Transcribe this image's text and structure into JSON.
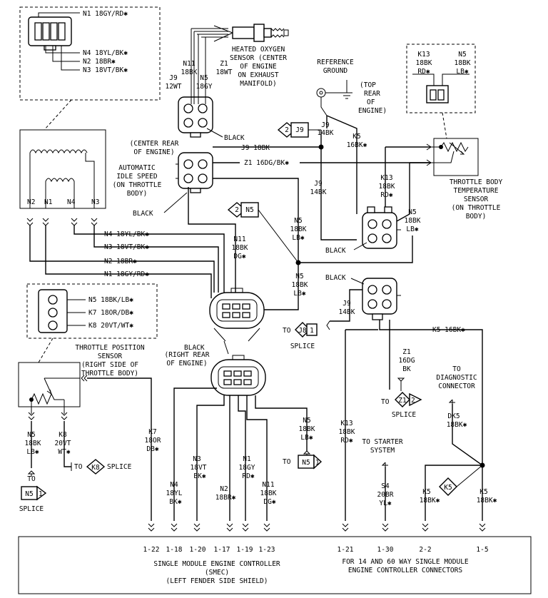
{
  "sensor_conn": {
    "n1": "N1 18GY/RD✱",
    "n4": "N4 18YL/BK✱",
    "n2": "N2 18BR✱",
    "n3": "N3 18VT/BK✱"
  },
  "o2": {
    "title": [
      "HEATED OXYGEN",
      "SENSOR (CENTER",
      "OF ENGINE",
      "ON EXHAUST",
      "MANIFOLD)"
    ],
    "n11": [
      "N11",
      "18BK"
    ],
    "n5": [
      "N5",
      "18GY"
    ],
    "z1": [
      "Z1",
      "18WT"
    ],
    "j9": [
      "J9",
      "12WT"
    ],
    "black": "BLACK"
  },
  "ground": {
    "title": [
      "REFERENCE",
      "GROUND"
    ],
    "loc": [
      "(TOP",
      "REAR",
      "OF",
      "ENGINE)"
    ]
  },
  "tbt_conn": {
    "k13": [
      "K13",
      "18BK",
      "RD✱"
    ],
    "n5": [
      "N5",
      "18BK",
      "LB✱"
    ]
  },
  "center": {
    "loc": [
      "(CENTER REAR",
      "OF ENGINE)"
    ],
    "j9": "J9 18BK",
    "z1": "Z1 16DG/BK✱"
  },
  "splices": {
    "j9_top": "2",
    "j9_top_name": "J9",
    "n5_mid": "2",
    "n5_mid_name": "N5",
    "j8": "J8",
    "j8_num": "1",
    "z1": "Z1",
    "z1_num": "2",
    "k8": "K8",
    "n5_right": "N5",
    "n5_right_num": "1",
    "n5_left": "N5",
    "n5_left_num": "1",
    "k5": "K5",
    "to": "TO",
    "splice": "SPLICE"
  },
  "wires": {
    "j9_14bk": [
      "J9",
      "14BK"
    ],
    "k5_16bk": [
      "K5",
      "16BK✱"
    ],
    "j9_14bk_b": [
      "J9",
      "14BK"
    ],
    "k13_18bk": [
      "K13",
      "18BK",
      "RD✱"
    ],
    "n5_18bk_lb": [
      "N5",
      "18BK",
      "LB✱"
    ],
    "n5_18bk_lb_r": [
      "N5",
      "18BK",
      "LB✱"
    ],
    "n11_dg": [
      "N11",
      "18BK",
      "DG✱"
    ],
    "n5_lb_2": [
      "N5",
      "18BK",
      "LB✱"
    ],
    "j9_14bk_c": [
      "J9",
      "14BK"
    ],
    "k5_16bk_long": "K5 16BK✱",
    "z1_16dg": [
      "Z1",
      "16DG",
      "BK"
    ],
    "n5_lb_3": [
      "N5",
      "18BK",
      "LB✱"
    ],
    "dk5": [
      "DK5",
      "18BK✱"
    ],
    "n4_label": "N4 18YL/BK✱",
    "n3_label": "N3 18VT/BK✱",
    "n2_label": "N2 18BR✱",
    "n1_label": "N1 18GY/RD✱"
  },
  "iac": {
    "title": [
      "AUTOMATIC",
      "IDLE SPEED",
      "(ON THROTTLE",
      "BODY)"
    ],
    "pins": [
      "N2",
      "N1",
      "N4",
      "N3"
    ],
    "black": "BLACK"
  },
  "tbt": {
    "title": [
      "THROTTLE BODY",
      "TEMPERATURE",
      "SENSOR",
      "(ON THROTTLE",
      "BODY)"
    ]
  },
  "mid_conn": {
    "black": "BLACK"
  },
  "right_rear": {
    "black": "BLACK",
    "loc": [
      "(RIGHT REAR",
      "OF ENGINE)"
    ]
  },
  "right_conn": {
    "black": "BLACK"
  },
  "tps_conn": {
    "n5": "N5 18BK/LB✱",
    "k7": "K7 18OR/DB✱",
    "k8": "K8 20VT/WT✱"
  },
  "tps": {
    "title": [
      "THROTTLE POSITION",
      "SENSOR",
      "(RIGHT SIDE OF",
      "THROTTLE BODY)"
    ],
    "n5": [
      "N5",
      "18BK",
      "LB✱"
    ],
    "k8": [
      "K8",
      "20VT",
      "WT✱"
    ]
  },
  "bottom_wires": {
    "k7": [
      "K7",
      "18OR",
      "DB✱"
    ],
    "n3": [
      "N3",
      "18VT",
      "BK✱"
    ],
    "n4": [
      "N4",
      "18YL",
      "BK✱"
    ],
    "n2": [
      "N2",
      "18BR✱"
    ],
    "n1": [
      "N1",
      "18GY",
      "RD✱"
    ],
    "n11": [
      "N11",
      "18BK",
      "DG✱"
    ],
    "k13": [
      "K13",
      "18BK",
      "RD✱"
    ],
    "s4": [
      "S4",
      "20BR",
      "YL✱"
    ],
    "k5a": [
      "K5",
      "18BK✱"
    ],
    "k5b": [
      "K5",
      "18BK✱"
    ]
  },
  "starter": [
    "TO STARTER",
    "SYSTEM"
  ],
  "diag": [
    "TO",
    "DIAGNOSTIC",
    "CONNECTOR"
  ],
  "smec": {
    "pins": [
      "1-22",
      "1-18",
      "1-20",
      "1-17",
      "1-19",
      "1-23",
      "1-21",
      "1-30",
      "2-2",
      "1-5"
    ],
    "title": [
      "SINGLE MODULE ENGINE CONTROLLER",
      "(SMEC)",
      "(LEFT FENDER SIDE SHIELD)"
    ],
    "note": [
      "FOR 14 AND 60 WAY SINGLE MODULE",
      "ENGINE CONTROLLER CONNECTORS"
    ]
  }
}
